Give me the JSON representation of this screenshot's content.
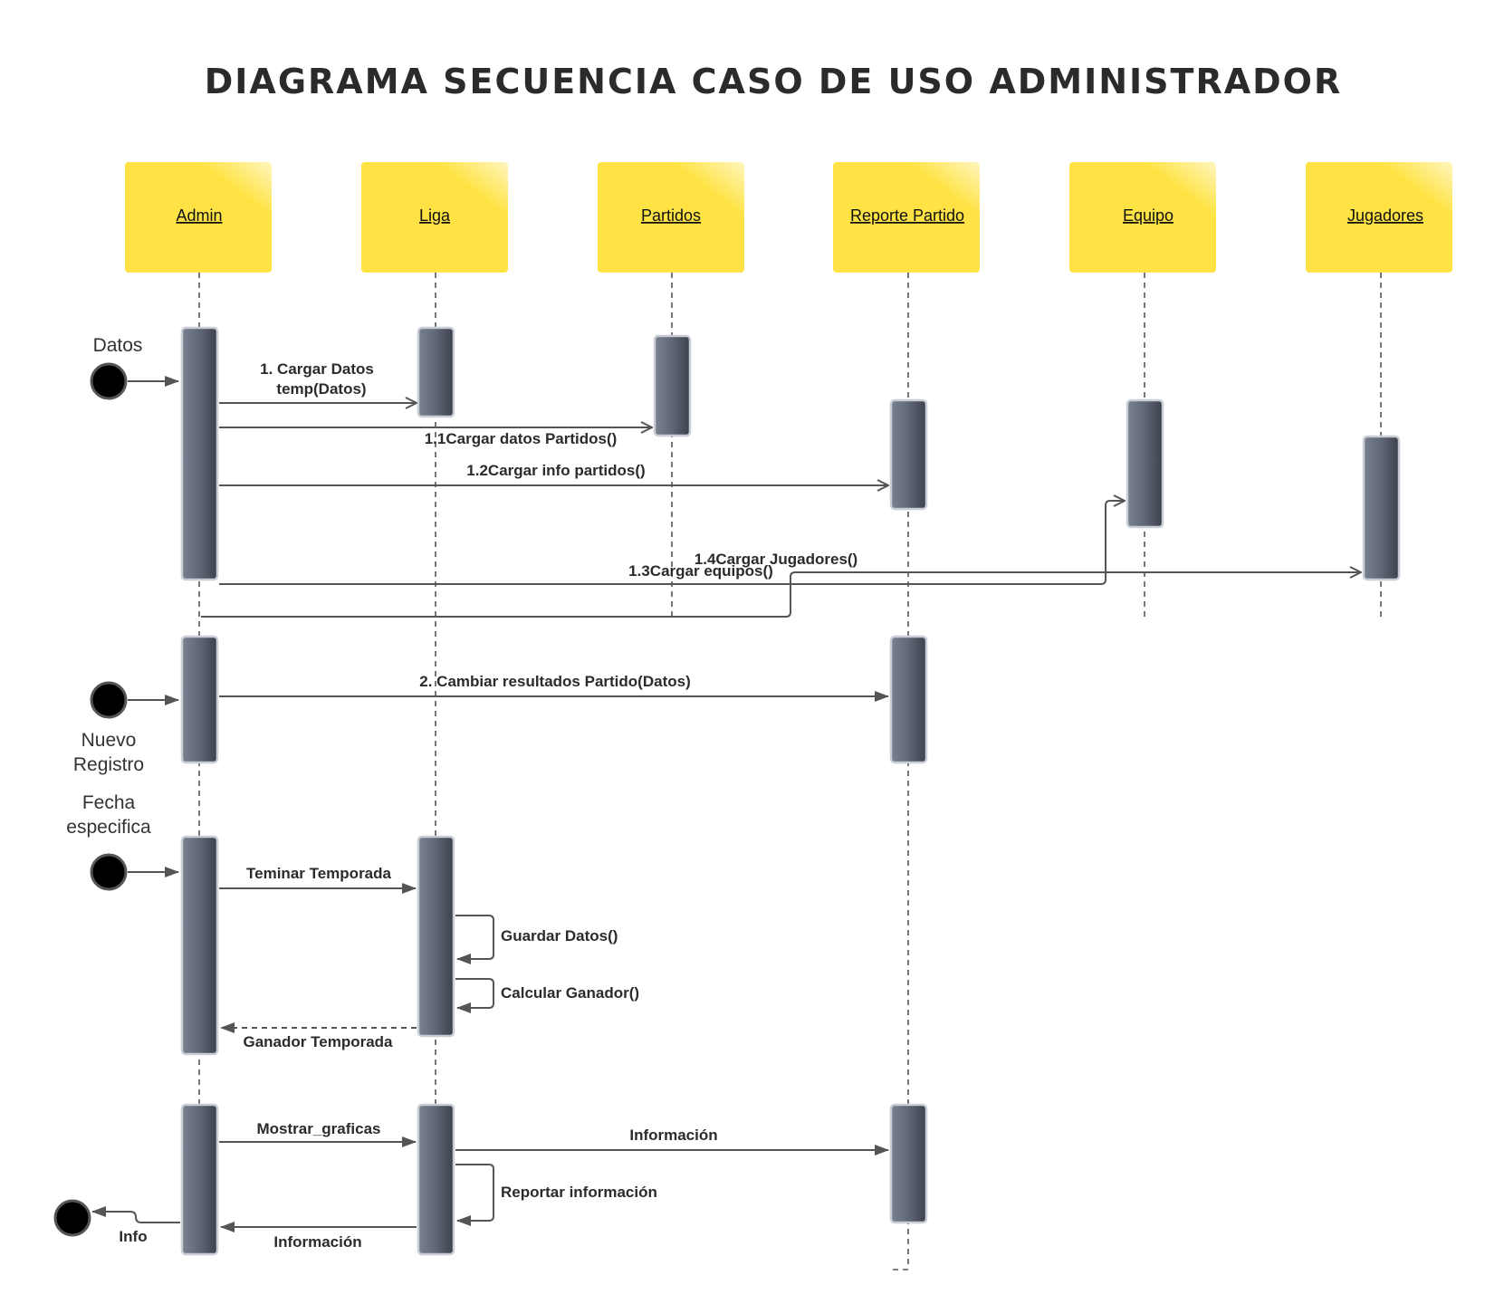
{
  "title": "DIAGRAMA SECUENCIA CASO DE USO ADMINISTRADOR",
  "colors": {
    "lifeline_box": "#ffe344",
    "activation": "#5f6675",
    "activation_border": "#c9ced6",
    "line": "#555555",
    "node": "#000000"
  },
  "lifelines": [
    "Admin",
    "Liga",
    "Partidos",
    "Reporte Partido",
    "Equipo",
    "Jugadores"
  ],
  "annotations": {
    "datos": "Datos",
    "nuevo_registro_1": "Nuevo",
    "nuevo_registro_2": "Registro",
    "fecha_1": "Fecha",
    "fecha_2": "especifica",
    "info": "Info"
  },
  "messages": {
    "m1_line1": "1. Cargar Datos",
    "m1_line2": "temp(Datos)",
    "m11": "1.1Cargar datos Partidos()",
    "m12": "1.2Cargar info partidos()",
    "m13": "1.3Cargar equipos()",
    "m14": "1.4Cargar Jugadores()",
    "m2": "2. Cambiar resultados Partido(Datos)",
    "m3": "Teminar Temporada",
    "m4": "Guardar Datos()",
    "m5": "Calcular Ganador()",
    "m6": "Ganador Temporada",
    "m7": "Mostrar_graficas",
    "m8": "Información",
    "m9": "Reportar información",
    "m10": "Información"
  }
}
